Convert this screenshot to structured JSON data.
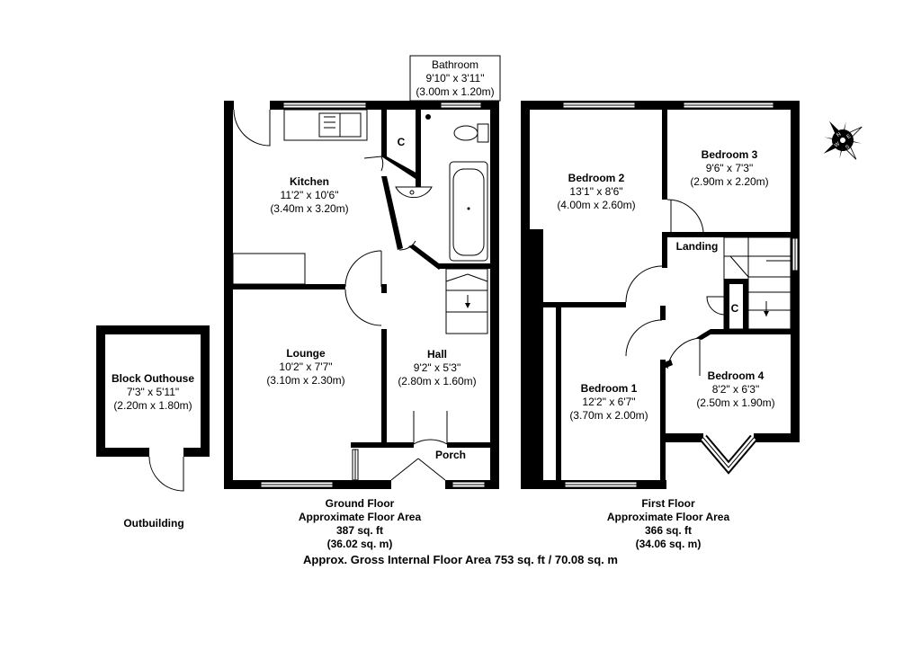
{
  "rooms": {
    "bathroom": {
      "name": "Bathroom",
      "imperial": "9'10\" x 3'11\"",
      "metric": "(3.00m x 1.20m)"
    },
    "kitchen": {
      "name": "Kitchen",
      "imperial": "11'2\" x 10'6\"",
      "metric": "(3.40m x 3.20m)"
    },
    "lounge": {
      "name": "Lounge",
      "imperial": "10'2\" x 7'7\"",
      "metric": "(3.10m x 2.30m)"
    },
    "hall": {
      "name": "Hall",
      "imperial": "9'2\" x 5'3\"",
      "metric": "(2.80m x 1.60m)"
    },
    "porch": {
      "name": "Porch"
    },
    "cupboard_ground": {
      "name": "C"
    },
    "block_outhouse": {
      "name": "Block Outhouse",
      "imperial": "7'3\" x 5'11\"",
      "metric": "(2.20m x 1.80m)"
    },
    "bedroom2": {
      "name": "Bedroom 2",
      "imperial": "13'1\" x 8'6\"",
      "metric": "(4.00m x 2.60m)"
    },
    "bedroom3": {
      "name": "Bedroom 3",
      "imperial": "9'6\" x 7'3\"",
      "metric": "(2.90m x 2.20m)"
    },
    "landing": {
      "name": "Landing"
    },
    "cupboard_first": {
      "name": "C"
    },
    "bedroom1": {
      "name": "Bedroom 1",
      "imperial": "12'2\" x 6'7\"",
      "metric": "(3.70m x 2.00m)"
    },
    "bedroom4": {
      "name": "Bedroom 4",
      "imperial": "8'2\" x 6'3\"",
      "metric": "(2.50m x 1.90m)"
    }
  },
  "compass": {
    "letters": [
      "N",
      "E",
      "S",
      "W"
    ]
  },
  "captions": {
    "outbuilding": "Outbuilding",
    "ground": {
      "line1": "Ground Floor",
      "line2": "Approximate Floor Area",
      "line3": "387 sq. ft",
      "line4": "(36.02 sq. m)"
    },
    "first": {
      "line1": "First Floor",
      "line2": "Approximate Floor Area",
      "line3": "366 sq. ft",
      "line4": "(34.06 sq. m)"
    },
    "gross": "Approx. Gross Internal Floor Area 753 sq. ft / 70.08 sq. m"
  }
}
